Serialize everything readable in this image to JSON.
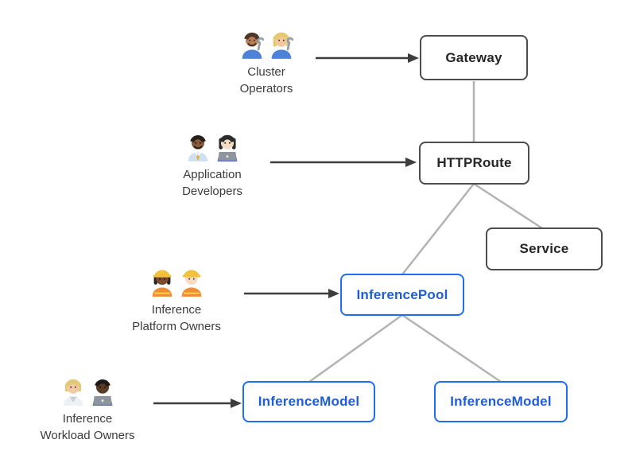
{
  "personas": [
    {
      "line1": "Cluster",
      "line2": "Operators",
      "icons": [
        "man-mechanic",
        "woman-mechanic"
      ]
    },
    {
      "line1": "Application",
      "line2": "Developers",
      "icons": [
        "man-technologist",
        "woman-technologist"
      ]
    },
    {
      "line1": "Inference",
      "line2": "Platform Owners",
      "icons": [
        "woman-construction-worker",
        "man-construction-worker"
      ]
    },
    {
      "line1": "Inference",
      "line2": "Workload Owners",
      "icons": [
        "scientist",
        "man-technologist-dark"
      ]
    }
  ],
  "nodes": [
    {
      "label": "Gateway",
      "type": "core"
    },
    {
      "label": "HTTPRoute",
      "type": "core"
    },
    {
      "label": "Service",
      "type": "core"
    },
    {
      "label": "InferencePool",
      "type": "extension"
    },
    {
      "label": "InferenceModel",
      "type": "extension"
    },
    {
      "label": "InferenceModel",
      "type": "extension"
    }
  ],
  "edges": [
    {
      "from": "Gateway",
      "to": "HTTPRoute"
    },
    {
      "from": "HTTPRoute",
      "to": "InferencePool"
    },
    {
      "from": "HTTPRoute",
      "to": "Service"
    },
    {
      "from": "InferencePool",
      "to": "InferenceModel (left)"
    },
    {
      "from": "InferencePool",
      "to": "InferenceModel (right)"
    }
  ],
  "arrows": [
    {
      "from": "Cluster Operators",
      "to": "Gateway"
    },
    {
      "from": "Application Developers",
      "to": "HTTPRoute"
    },
    {
      "from": "Inference Platform Owners",
      "to": "InferencePool"
    },
    {
      "from": "Inference Workload Owners",
      "to": "InferenceModel (left)"
    }
  ],
  "colors": {
    "core_node_border": "#4d4d4d",
    "core_node_text": "#262626",
    "extension_node_border": "#1f6df2",
    "extension_node_text": "#1e5cd9",
    "connector": "#b3b3b3",
    "arrow": "#3d3d3d",
    "background": "#ffffff",
    "persona_text": "#3c3c3c"
  }
}
